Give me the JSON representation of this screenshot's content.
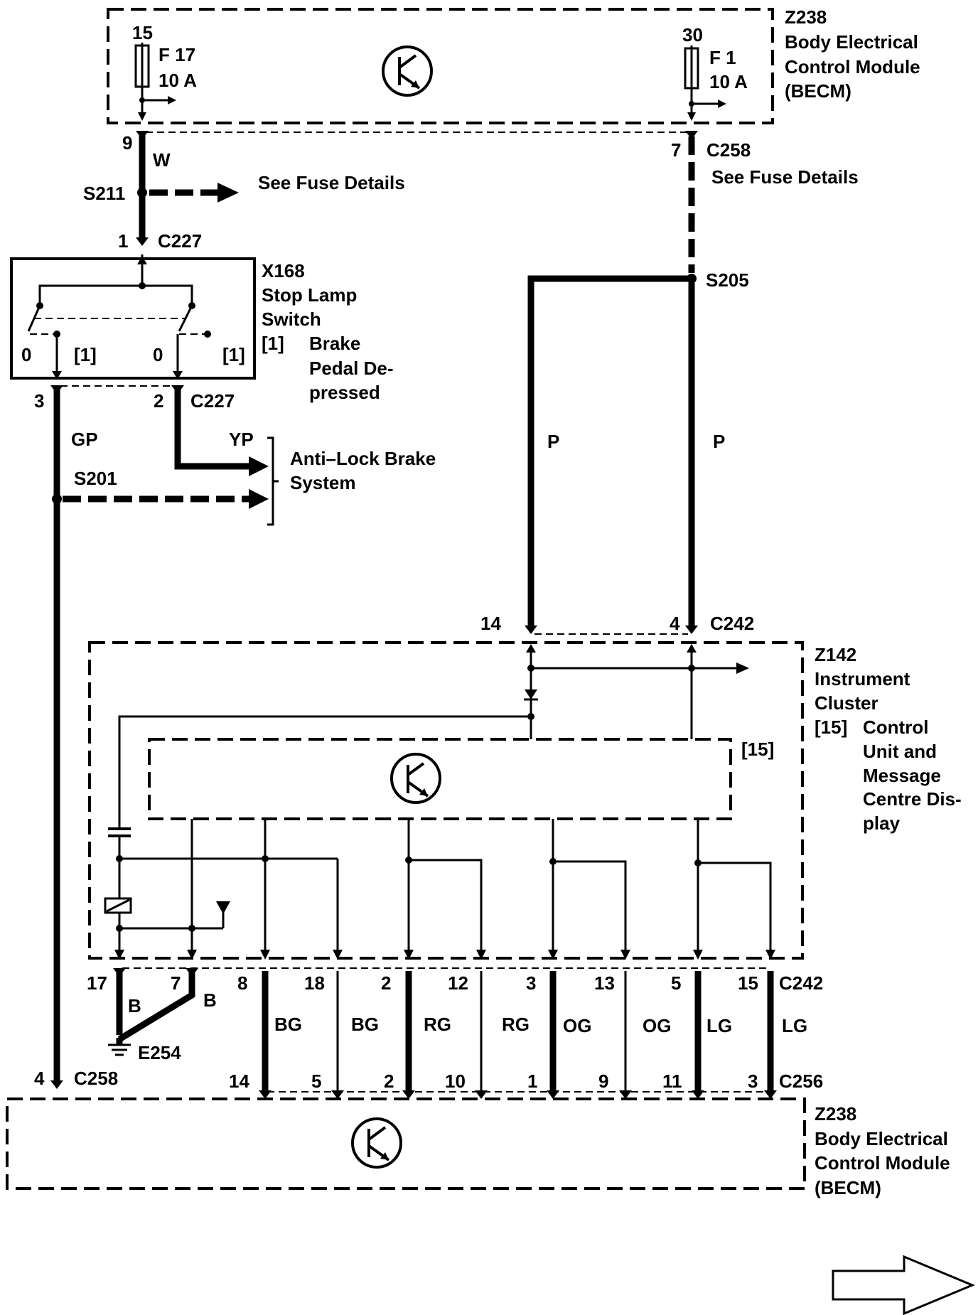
{
  "diagram": {
    "top_module": {
      "id": "Z238",
      "name_lines": [
        "Body Electrical",
        "Control Module",
        "(BECM)"
      ],
      "fuse_left": {
        "terminal": "15",
        "name": "F 17",
        "rating": "10 A"
      },
      "fuse_right": {
        "terminal": "30",
        "name": "F 1",
        "rating": "10 A"
      }
    },
    "left_feed": {
      "pin": "9",
      "wire_color": "W",
      "splice": "S211",
      "see_fuse": "See Fuse Details",
      "conn_pin": "1",
      "connector": "C227"
    },
    "right_feed": {
      "pin": "7",
      "connector": "C258",
      "see_fuse": "See Fuse Details",
      "splice": "S205",
      "wire_color_left": "P",
      "wire_color_right": "P"
    },
    "stop_lamp_switch": {
      "id": "X168",
      "name_lines": [
        "Stop Lamp",
        "Switch"
      ],
      "note_ref": "[1]",
      "note_lines": [
        "Brake",
        "Pedal De-",
        "pressed"
      ],
      "contact_left_0": "0",
      "contact_left_1": "[1]",
      "contact_right_0": "0",
      "contact_right_1": "[1]",
      "out_pin_left": "3",
      "out_pin_right": "2",
      "out_connector": "C227"
    },
    "abs": {
      "wire_color_gp": "GP",
      "wire_color_yp": "YP",
      "splice": "S201",
      "name_lines": [
        "Anti–Lock Brake",
        "System"
      ]
    },
    "instrument_cluster": {
      "id": "Z142",
      "name_lines": [
        "Instrument",
        "Cluster"
      ],
      "note_ref": "[15]",
      "note_lines": [
        "Control",
        "Unit and",
        "Message",
        "Centre Dis-",
        "play"
      ],
      "inner_ref": "[15]",
      "top_pin_left": "14",
      "top_pin_right": "4",
      "top_connector": "C242"
    },
    "bottom_pins": {
      "c242_pins": [
        "17",
        "7",
        "8",
        "18",
        "2",
        "12",
        "3",
        "13",
        "5",
        "15"
      ],
      "c242_label": "C242",
      "colors": [
        "B",
        "B",
        "BG",
        "BG",
        "RG",
        "RG",
        "OG",
        "OG",
        "LG",
        "LG"
      ],
      "ground": "E254",
      "c256_pins": [
        "14",
        "5",
        "2",
        "10",
        "1",
        "9",
        "11",
        "3"
      ],
      "c256_label": "C256",
      "c258_pin": "4",
      "c258_label": "C258"
    },
    "bottom_module": {
      "id": "Z238",
      "name_lines": [
        "Body Electrical",
        "Control Module",
        "(BECM)"
      ]
    }
  }
}
